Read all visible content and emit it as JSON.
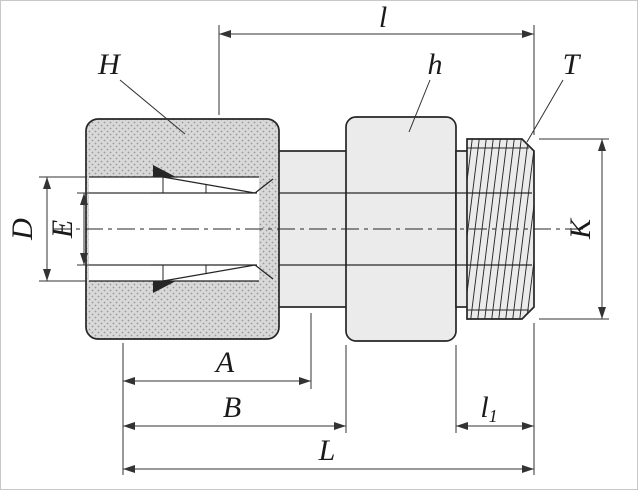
{
  "labels": {
    "l": "l",
    "H": "H",
    "h": "h",
    "T": "T",
    "D": "D",
    "E": "E",
    "K": "K",
    "A": "A",
    "B": "B",
    "l1_base": "l",
    "l1_sub": "1",
    "L": "L"
  },
  "colors": {
    "line": "#262626",
    "dim": "#333333",
    "body_fill": "#ebebeb",
    "nut_fill": "#d9d9d9",
    "nut_dot": "#999999",
    "background": "#ffffff",
    "frame": "#c8c8c8"
  }
}
